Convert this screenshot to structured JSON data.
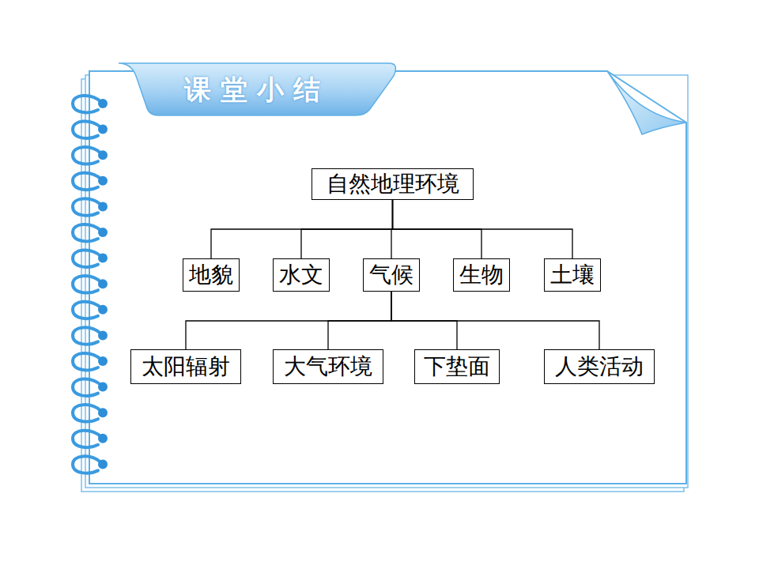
{
  "diagram": {
    "title": "课堂小结",
    "nodes": [
      {
        "text": [
          "自然地理环境"
        ]
      },
      {
        "text": [
          "地貌"
        ]
      },
      {
        "text": [
          "水文"
        ]
      },
      {
        "text": [
          "气候"
        ]
      },
      {
        "text": [
          "生物"
        ]
      },
      {
        "text": [
          "土壤"
        ]
      },
      {
        "text": [
          "太阳辐射"
        ]
      },
      {
        "text": [
          "大气环境"
        ]
      },
      {
        "text": [
          "下垫面"
        ]
      },
      {
        "text": [
          "人类活动"
        ]
      }
    ],
    "edges": [
      {
        "from": 0,
        "to": 1,
        "arrow": "none"
      },
      {
        "from": 0,
        "to": 2,
        "arrow": "none"
      },
      {
        "from": 0,
        "to": 3,
        "arrow": "none"
      },
      {
        "from": 0,
        "to": 4,
        "arrow": "none"
      },
      {
        "from": 0,
        "to": 5,
        "arrow": "none"
      },
      {
        "from": 3,
        "to": 6,
        "arrow": "none"
      },
      {
        "from": 3,
        "to": 7,
        "arrow": "none"
      },
      {
        "from": 3,
        "to": 8,
        "arrow": "none"
      },
      {
        "from": 3,
        "to": 9,
        "arrow": "none"
      }
    ]
  }
}
